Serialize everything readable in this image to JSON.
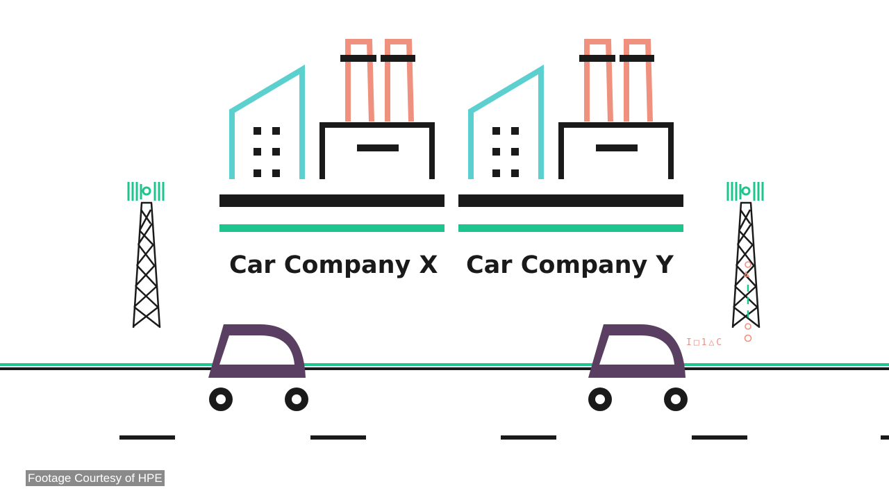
{
  "companies": [
    {
      "name": "Car Company X"
    },
    {
      "name": "Car Company Y"
    }
  ],
  "credit": "Footage Courtesy of HPE",
  "data_stream": "I□1△C",
  "colors": {
    "teal": "#5ccfcf",
    "salmon": "#f0907e",
    "black": "#1a1a1a",
    "green": "#1ec48d",
    "purple": "#5b3f63"
  },
  "icons": [
    "factory-icon",
    "office-building-icon",
    "cell-tower-icon",
    "car-icon",
    "road-icon"
  ]
}
